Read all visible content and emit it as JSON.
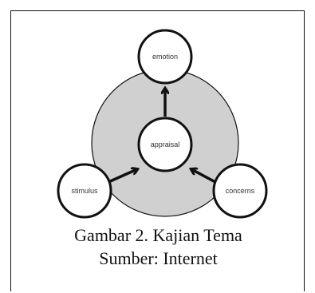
{
  "diagram": {
    "nodes": {
      "top": "emotion",
      "center": "appraisal",
      "left": "stimulus",
      "right": "concerns"
    },
    "colors": {
      "ring_fill": "#d0d0d0",
      "node_fill": "#ffffff",
      "stroke": "#111111"
    }
  },
  "caption": {
    "line1": "Gambar 2. Kajian Tema",
    "line2": "Sumber: Internet"
  }
}
